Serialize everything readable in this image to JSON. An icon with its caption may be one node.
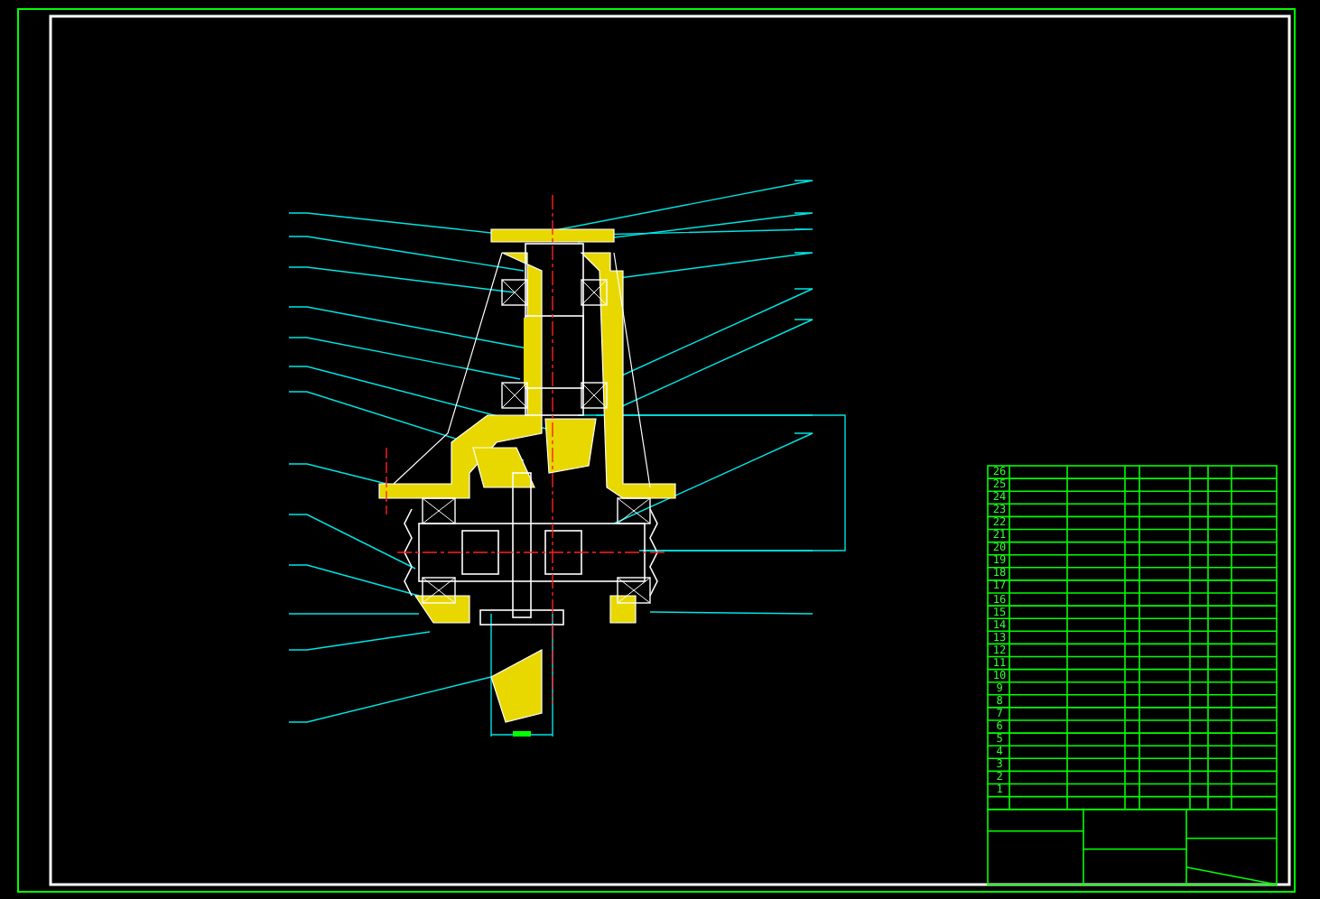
{
  "diagram": {
    "nodes": [
      {
        "text": [],
        "shape": "picture"
      }
    ],
    "labels": [
      "26",
      "25",
      "24",
      "23",
      "22",
      "21",
      "20",
      "19",
      "18",
      "17",
      "16",
      "15",
      "14",
      "13",
      "12",
      "11",
      "10",
      "9",
      "8",
      "7",
      "6",
      "5",
      "4",
      "3",
      "2",
      "1"
    ]
  }
}
